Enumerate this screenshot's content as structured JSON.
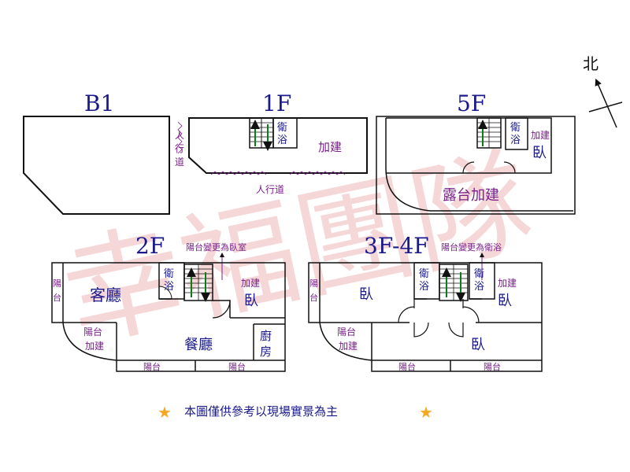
{
  "compass": {
    "north_label": "北"
  },
  "floors": {
    "b1": {
      "title": "B1"
    },
    "f1": {
      "title": "1F",
      "sidewalk_left": "人行道",
      "sidewalk_bottom": "人行道",
      "bath": [
        "衛",
        "浴"
      ],
      "extension": "加建"
    },
    "f5": {
      "title": "5F",
      "bath": [
        "衛",
        "浴"
      ],
      "ext_top": "加建",
      "bedroom": "臥",
      "terrace": "露台加建"
    },
    "f2": {
      "title": "2F",
      "note": "陽台變更為臥室",
      "living": "客廳",
      "dining": "餐廳",
      "kitchen": [
        "廚",
        "房"
      ],
      "bath": [
        "衛",
        "浴"
      ],
      "ext_top": "加建",
      "bedroom": "臥",
      "balcony_side": [
        "陽",
        "台"
      ],
      "balcony_ext": [
        "陽台",
        "加建"
      ],
      "balcony_bottom": [
        "陽台",
        "陽台"
      ]
    },
    "f34": {
      "title": "3F-4F",
      "note": "陽台變更為衛浴",
      "bed_left": "臥",
      "bed_right": "臥",
      "bed_bottom": "臥",
      "bath1": [
        "衛",
        "浴"
      ],
      "bath2": [
        "衛",
        "浴"
      ],
      "ext_top": "加建",
      "balcony_side": [
        "陽",
        "台"
      ],
      "balcony_ext": [
        "陽台",
        "加建"
      ],
      "balcony_bottom": [
        "陽台",
        "陽台"
      ]
    }
  },
  "watermark": "幸福團隊",
  "footer": {
    "text": "本圖僅供參考以現場實景為主"
  },
  "colors": {
    "line": "#111111",
    "title": "#1a1a8c",
    "label": "#1a1a8c",
    "annot": "#7a1f8a",
    "watermark": "#f0b8b8",
    "star": "#f5a623"
  }
}
